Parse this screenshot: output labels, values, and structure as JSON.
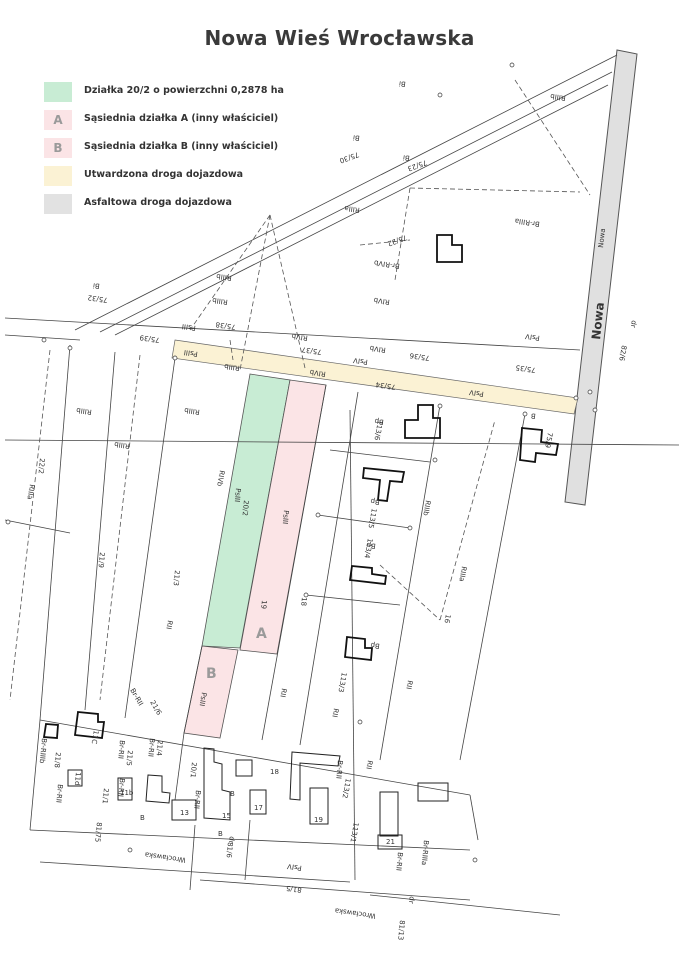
{
  "title": "Nowa Wieś Wrocławska",
  "legend": [
    {
      "mark": "",
      "text": "Działka 20/2 o powierzchni 0,2878 ha",
      "color": "#c8ecd4"
    },
    {
      "mark": "A",
      "text": "Sąsiednia działka A (inny właściciel)",
      "color": "#fbe4e6"
    },
    {
      "mark": "B",
      "text": "Sąsiednia działka B (inny właściciel)",
      "color": "#fbe4e6"
    },
    {
      "mark": "",
      "text": "Utwardzona droga dojazdowa",
      "color": "#fbf2d4"
    },
    {
      "mark": "",
      "text": "Asfaltowa droga dojazdowa",
      "color": "#e2e2e2"
    }
  ],
  "road_label": "Nowa",
  "map_marks": {
    "A": "A",
    "B": "B"
  },
  "parcels": {
    "p20_2": "20/2",
    "p20_2_cls": "PsIII",
    "p19": "19",
    "p19_cls": "PsIII",
    "p18": "18",
    "p21_3": "21/3",
    "p21_9": "21/9",
    "p22_2": "22/2",
    "p75_34": "75/34",
    "p75_35": "75/35",
    "p75_36": "75/36",
    "p75_37": "75/37",
    "p75_38": "75/38",
    "p75_39": "75/39",
    "p75_32": "75/32",
    "p75_22": "75/22",
    "p75_23": "75/23",
    "p75_30": "75/30",
    "p75_9": "75/9",
    "p82_6": "82/6",
    "p113_6": "113/6",
    "p113_5": "113/5",
    "p113_4": "113/4",
    "p113_3": "113/3",
    "p113_2": "113/2",
    "p113_1": "113/1",
    "p16": "16",
    "p21_6": "21/6",
    "p21_5": "21/5",
    "p21_4": "21/4",
    "p21_8": "21/8",
    "p21_1": "21/1",
    "p20_1": "20/1",
    "p81_5": "81/5",
    "p81_6": "81/6",
    "p81_75": "81/75",
    "p81_13": "81/13",
    "p11c": "11C",
    "p11d": "11d",
    "p11b": "11b",
    "p13": "13",
    "p15": "15",
    "p17": "17",
    "p19b": "19",
    "p21": "21",
    "p18b": "18"
  },
  "classes": {
    "RIIIb": "RIIIb",
    "RIVb": "RIVb",
    "RIIIa": "RIIIa",
    "PsIV": "PsIV",
    "RII": "RII",
    "RIVa": "RIVa",
    "PsIII": "PsIII",
    "Bp": "Bp",
    "B": "B",
    "dr": "dr",
    "Bi": "Bi",
    "BrRII": "Br-RII",
    "BrRIIIa": "Br-RIIIa",
    "BrRIVb": "Br-RIVb",
    "BrRIIIb": "Br-RIIIb",
    "Nowa_small": "Nowa",
    "Wroclawska": "Wrocławska"
  }
}
